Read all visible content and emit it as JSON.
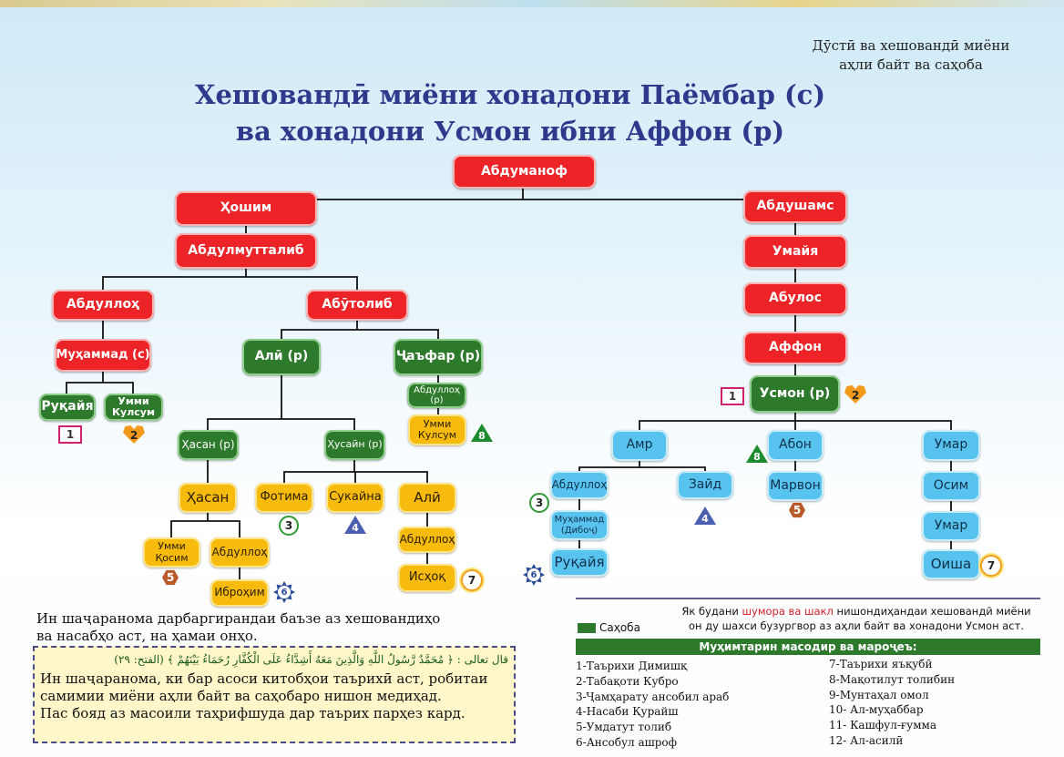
{
  "corner_caption": [
    "Дӯстӣ ва хешовандӣ миёни",
    "аҳли байт ва саҳоба"
  ],
  "title": [
    "Хешовандӣ миёни хонадони Паёмбар (с)",
    "ва хонадони Усмон ибни Аффон (р)"
  ],
  "colors": {
    "red": "#ec2327",
    "green": "#2e7a2c",
    "yellow": "#f7bb0e",
    "blue": "#58c3ef"
  },
  "nodes": {
    "abdumanof": "Абдуманоф",
    "hoshim": "Ҳошим",
    "abdulmuttalib": "Абдулмутталиб",
    "abdushams": "Абдушамс",
    "umayya": "Умайя",
    "abulos": "Абулос",
    "affon": "Аффон",
    "usmon": "Усмон (р)",
    "abdulloh": "Абдуллоҳ",
    "abutolib": "Абӯтолиб",
    "muhammad": "Муҳаммад (с)",
    "ruqayya": "Руқайя",
    "ummi_kulsum": "Умми Кулсум",
    "ali": "Алӣ (р)",
    "jafar": "Ҷаъфар (р)",
    "abdulloh_r": "Абдуллоҳ (р)",
    "ummi_kulsum_2": "Умми Кулсум",
    "hasan_r": "Ҳасан (р)",
    "husayn_r": "Ҳусайн (р)",
    "hasan": "Ҳасан",
    "fotima": "Фотима",
    "sukayna": "Сукайна",
    "ali_2": "Алӣ",
    "ummi_qosim": "Умми Қосим",
    "abdulloh_h": "Абдуллоҳ",
    "ibrohim": "Иброҳим",
    "abdulloh_a": "Абдуллоҳ",
    "ishoq": "Исҳоқ",
    "amr": "Амр",
    "abon": "Абон",
    "umar": "Умар",
    "abdulloh_b": "Абдуллоҳ",
    "zayd": "Зайд",
    "marvon": "Марвон",
    "osim": "Осим",
    "muhammad_diboj": "Муҳаммад (Дибоҷ)",
    "umar_2": "Умар",
    "ruqayya_2": "Руқайя",
    "oisha": "Оиша"
  },
  "markers": {
    "m1a": "1",
    "m2a": "2",
    "m8a": "8",
    "m1b": "1",
    "m2b": "2",
    "m3a": "3",
    "m4a": "4",
    "m5a": "5",
    "m6a": "6",
    "m7a": "7",
    "m8b": "8",
    "m3b": "3",
    "m4b": "4",
    "m5b": "5",
    "m6b": "6",
    "m7b": "7"
  },
  "note": [
    "Ин шаҷаранома дарбаргирандаи баъзе аз хешовандиҳо",
    "ва насабҳо аст, на ҳамаи онҳо."
  ],
  "quote": {
    "arabic": "قال تعالى : ﴿ مُحَمَّدٌ رَّسُولُ اللَّهِ وَالَّذِينَ مَعَهُ أَشِدَّاءُ عَلَى الْكُفَّارِ رُحَمَاءُ بَيْنَهُمْ ﴾ (الفتح: ٢٩)",
    "lines": [
      "Ин шаҷаранома, ки бар асоси китобҳои таърихӣ аст, робитаи",
      "самимии миёни аҳли байт ва саҳобаро нишон медиҳад.",
      "Пас бояд аз масоили таҳрифшуда дар таърих парҳез кард."
    ]
  },
  "legend": {
    "pre": "Як будани ",
    "highlight": "шумора ва шакл",
    "post": " нишондиҳандаи хешовандӣ миёни",
    "line2": "он ду шахси бузургвор аз аҳли байт ва хонадони Усмон аст.",
    "sahoba": "Саҳоба"
  },
  "sources_title": "Муҳимтарин масодир ва мароҷеъ:",
  "sources_left": [
    "1-Таърихи Димишқ",
    "2-Табақоти Кубро",
    "3-Ҷамҳарату ансобил араб",
    "4-Насаби Қурайш",
    "5-Умдатут толиб",
    "6-Ансобул ашроф"
  ],
  "sources_right": [
    "7-Таърихи яъқубӣ",
    "8-Мақотилут толибин",
    "9-Мунтаҳал омол",
    "10- Ал-муҳаббар",
    "11- Кашфул-ғумма",
    "12- Ал-асилӣ"
  ]
}
